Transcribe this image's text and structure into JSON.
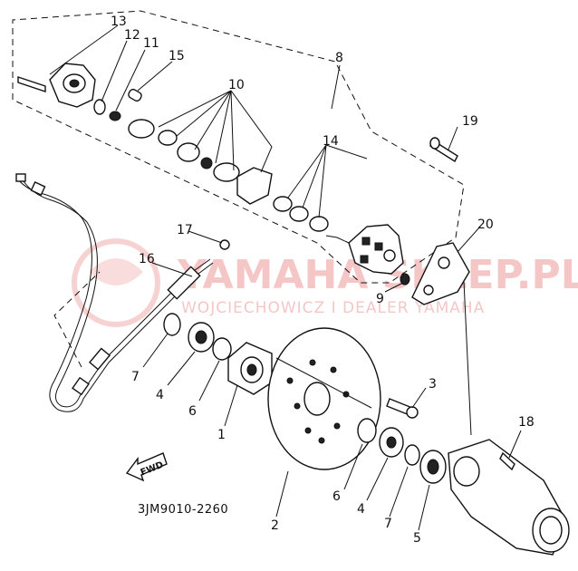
{
  "callouts": {
    "c13": "13",
    "c12": "12",
    "c11": "11",
    "c15": "15",
    "c8": "8",
    "c10": "10",
    "c19": "19",
    "c14": "14",
    "c17": "17",
    "c16": "16",
    "c20": "20",
    "c9": "9",
    "c7a": "7",
    "c4a": "4",
    "c6a": "6",
    "c1": "1",
    "c3": "3",
    "c18": "18",
    "c6b": "6",
    "c4b": "4",
    "c7b": "7",
    "c5": "5",
    "c2": "2"
  },
  "forward_label": "FWD",
  "diagram_code": "3JM9010-2260",
  "watermark": {
    "brand": "YAMAHA SKLEP.PL",
    "subtitle": "WOJCIECHOWICZ I DEALER YAMAHA"
  },
  "colors": {
    "ink": "#111111",
    "watermark": "#f2b4b4"
  }
}
